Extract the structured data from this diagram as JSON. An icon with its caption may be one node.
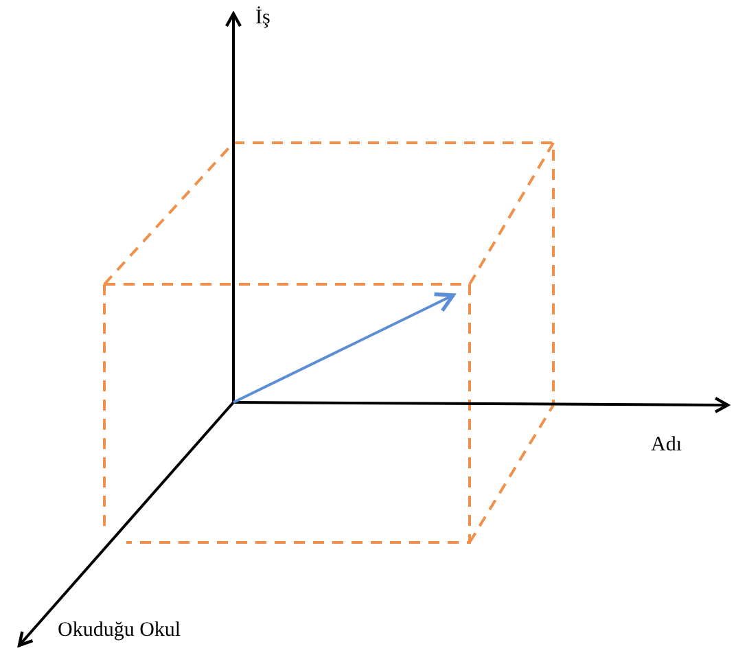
{
  "diagram": {
    "labels": [
      "İş",
      "Adı",
      "Okuduğu Okul"
    ]
  }
}
